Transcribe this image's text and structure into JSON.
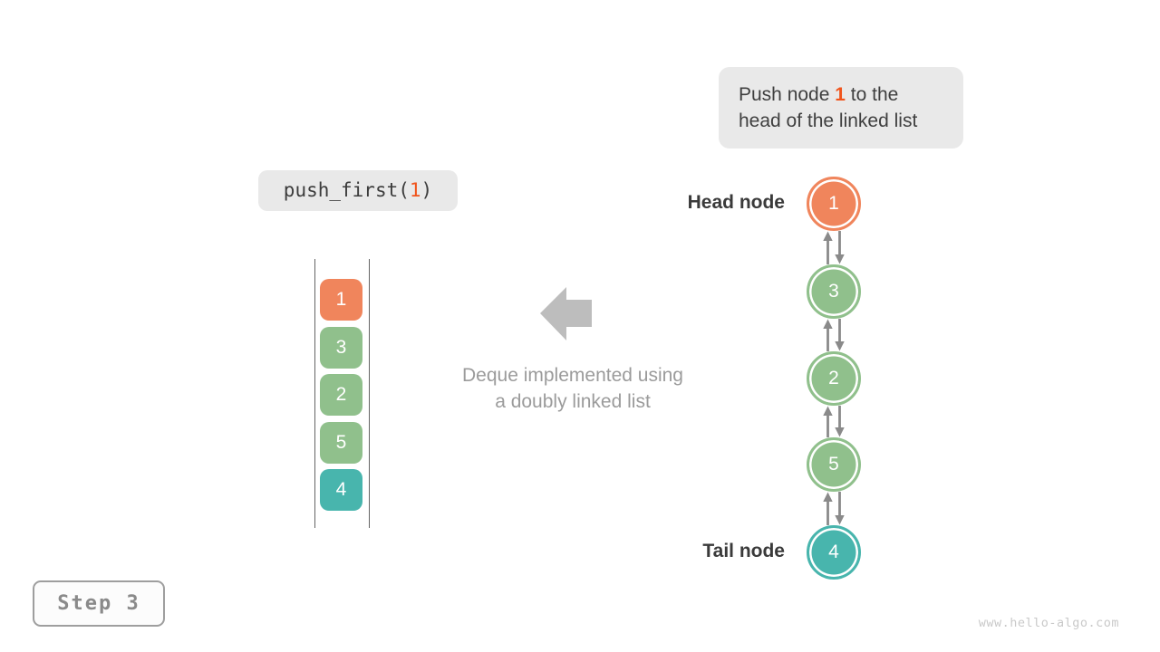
{
  "callout": {
    "text_before": "Push node ",
    "highlight": "1",
    "text_after": " to the head of the linked list"
  },
  "code": {
    "before": "push_first(",
    "arg": "1",
    "after": ")"
  },
  "stack": {
    "items": [
      {
        "value": "1",
        "color": "#F0855C"
      },
      {
        "value": "3",
        "color": "#90C08C"
      },
      {
        "value": "2",
        "color": "#90C08C"
      },
      {
        "value": "5",
        "color": "#90C08C"
      },
      {
        "value": "4",
        "color": "#48B5AD"
      }
    ]
  },
  "transition": {
    "caption_line1": "Deque implemented using",
    "caption_line2": "a doubly linked list"
  },
  "linked_list": {
    "head_label": "Head node",
    "tail_label": "Tail node",
    "nodes": [
      {
        "value": "1",
        "color": "#F0855C"
      },
      {
        "value": "3",
        "color": "#90C08C"
      },
      {
        "value": "2",
        "color": "#90C08C"
      },
      {
        "value": "5",
        "color": "#90C08C"
      },
      {
        "value": "4",
        "color": "#48B5AD"
      }
    ]
  },
  "step": {
    "label": "Step 3"
  },
  "footer": {
    "watermark": "www.hello-algo.com"
  },
  "colors": {
    "accent_orange_text": "#F0541C",
    "node_orange": "#F0855C",
    "node_green": "#90C08C",
    "node_teal": "#48B5AD",
    "box_gray": "#E9E9E9",
    "link_arrow_gray": "#8A8A8A",
    "big_arrow_gray": "#BDBDBD",
    "text_dark": "#3C3C3C",
    "caption_gray": "#9B9B9B"
  }
}
